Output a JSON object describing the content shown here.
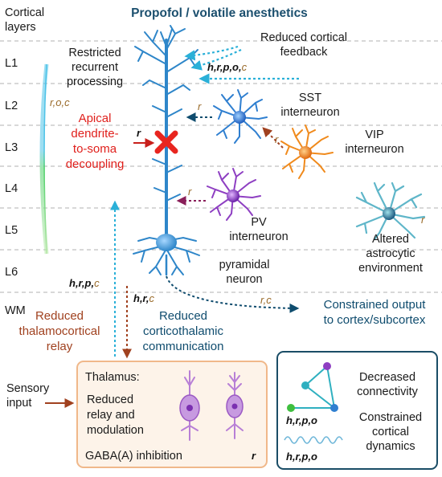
{
  "title": "Propofol / volatile anesthetics",
  "cortical_layers_label": [
    "Cortical",
    "layers"
  ],
  "layers": [
    "L1",
    "L2",
    "L3",
    "L4",
    "L5",
    "L6",
    "WM"
  ],
  "sensory_input": [
    "Sensory",
    "input"
  ],
  "restricted_processing": [
    "Restricted",
    "recurrent",
    "processing"
  ],
  "restricted_codes": "r,o,c",
  "reduced_feedback": [
    "Reduced cortical",
    "feedback"
  ],
  "feedback_codes": {
    "bold": "h,r,p,o,",
    "plain": "c"
  },
  "apical_decoupling": [
    "Apical",
    "dendrite-",
    "to-soma",
    "decoupling"
  ],
  "r_code": "r",
  "sst_label": [
    "SST",
    "interneuron"
  ],
  "vip_label": [
    "VIP",
    "interneuron"
  ],
  "pv_label": [
    "PV",
    "interneuron"
  ],
  "astro_label": [
    "Altered",
    "astrocytic",
    "environment"
  ],
  "pyramidal_label": [
    "pyramidal",
    "neuron"
  ],
  "thalamo_codes": {
    "bold": "h,r,p,",
    "plain": "c"
  },
  "cortico_codes": {
    "bold": "h,r,",
    "plain": "c"
  },
  "rc_codes": "r,c",
  "reduced_thalamocortical": [
    "Reduced",
    "thalamocortical",
    "relay"
  ],
  "reduced_corticothalamic": [
    "Reduced",
    "corticothalamic",
    "communication"
  ],
  "constrained_output": [
    "Constrained output",
    "to cortex/subcortex"
  ],
  "thalamus_box": {
    "title": "Thalamus:",
    "relay": [
      "Reduced",
      "relay and",
      "modulation"
    ],
    "gaba": "GABA(A) inhibition",
    "code": "r"
  },
  "network_box": {
    "connectivity": [
      "Decreased",
      "connectivity"
    ],
    "dynamics": [
      "Constrained",
      "cortical",
      "dynamics"
    ],
    "codes1": "h,r,p,o",
    "codes2": "h,r,p,o"
  },
  "colors": {
    "pyramidal": "#2e86c9",
    "sst": "#2f7fd0",
    "vip": "#f08a1c",
    "pv": "#8e3fc2",
    "astrocyte": "#5fb6c9",
    "inhibition_x": "#e8251f",
    "dashed_arrow": "#2ab0d8",
    "navy": "#0f4c6e",
    "rust": "#a0411f"
  }
}
